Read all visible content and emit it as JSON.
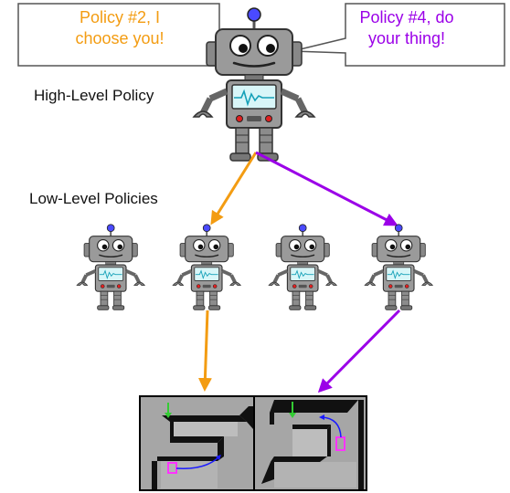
{
  "bubbles": {
    "left": {
      "lines": [
        "Policy #2, I",
        "choose you!"
      ],
      "color": "#f39c12"
    },
    "right": {
      "lines": [
        "Policy #4, do",
        "your thing!"
      ],
      "color": "#9b00e8"
    }
  },
  "labels": {
    "high_level": "High-Level Policy",
    "low_level": "Low-Level Policies"
  },
  "colors": {
    "orange_arrow": "#f39c12",
    "purple_arrow": "#9b00e8",
    "robot_body": "#9a9a9a",
    "screen": "#d8f6f8",
    "antenna": "#4a4aff",
    "maze_wall_top": "#111111",
    "maze_floor": "#a6a6a6",
    "goal_marker": "#ff33ff",
    "start_marker": "#33cc33",
    "path_line": "#1a1aff"
  },
  "icons": [
    "robot-icon",
    "speech-bubble-icon",
    "maze-icon",
    "arrow-icon"
  ]
}
